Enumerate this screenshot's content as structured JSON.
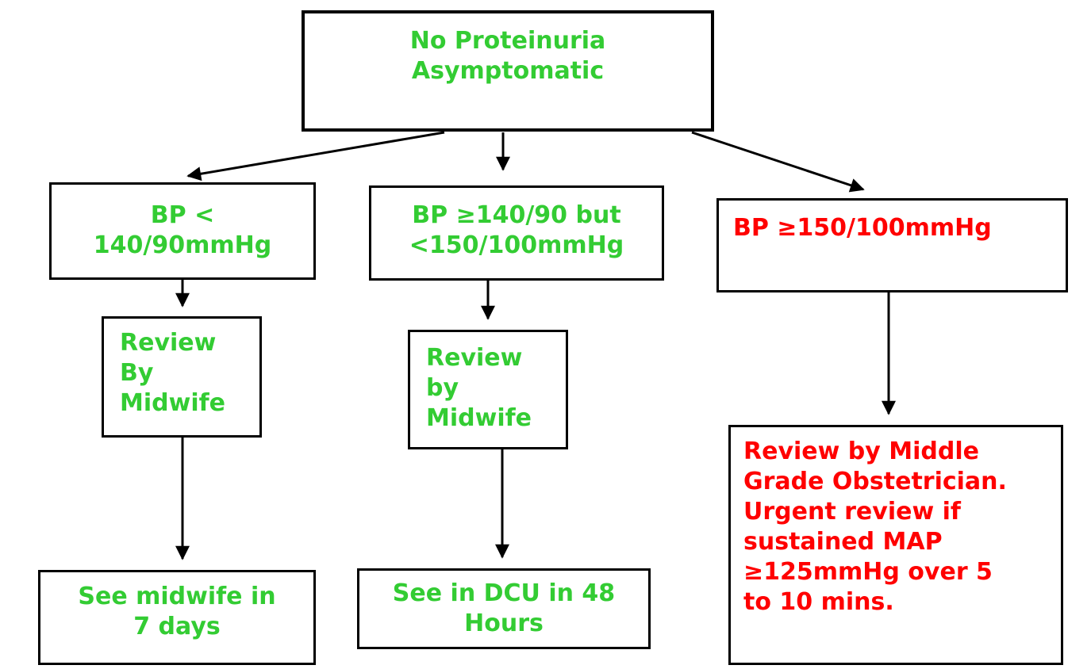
{
  "colors": {
    "green": "#33cc33",
    "red": "#ff0000",
    "line": "#000000"
  },
  "nodes": {
    "root": {
      "lines": [
        "No Proteinuria",
        "Asymptomatic"
      ]
    },
    "bp_low": {
      "lines": [
        "BP <",
        "140/90mmHg"
      ]
    },
    "bp_mid": {
      "lines": [
        "BP ≥140/90 but",
        "<150/100mmHg"
      ]
    },
    "bp_high": {
      "lines": [
        "BP ≥150/100mmHg"
      ]
    },
    "review_left": {
      "lines": [
        "Review",
        "By",
        "Midwife"
      ]
    },
    "review_mid": {
      "lines": [
        "Review",
        "by",
        "Midwife"
      ]
    },
    "see_midwife": {
      "lines": [
        "See midwife in",
        "7 days"
      ]
    },
    "see_dcu": {
      "lines": [
        "See in DCU in 48",
        "Hours"
      ]
    },
    "review_obstetrician": {
      "lines": [
        "Review by Middle",
        "Grade Obstetrician.",
        "Urgent review if",
        "sustained MAP",
        "≥125mmHg over 5",
        "to 10 mins."
      ]
    }
  }
}
